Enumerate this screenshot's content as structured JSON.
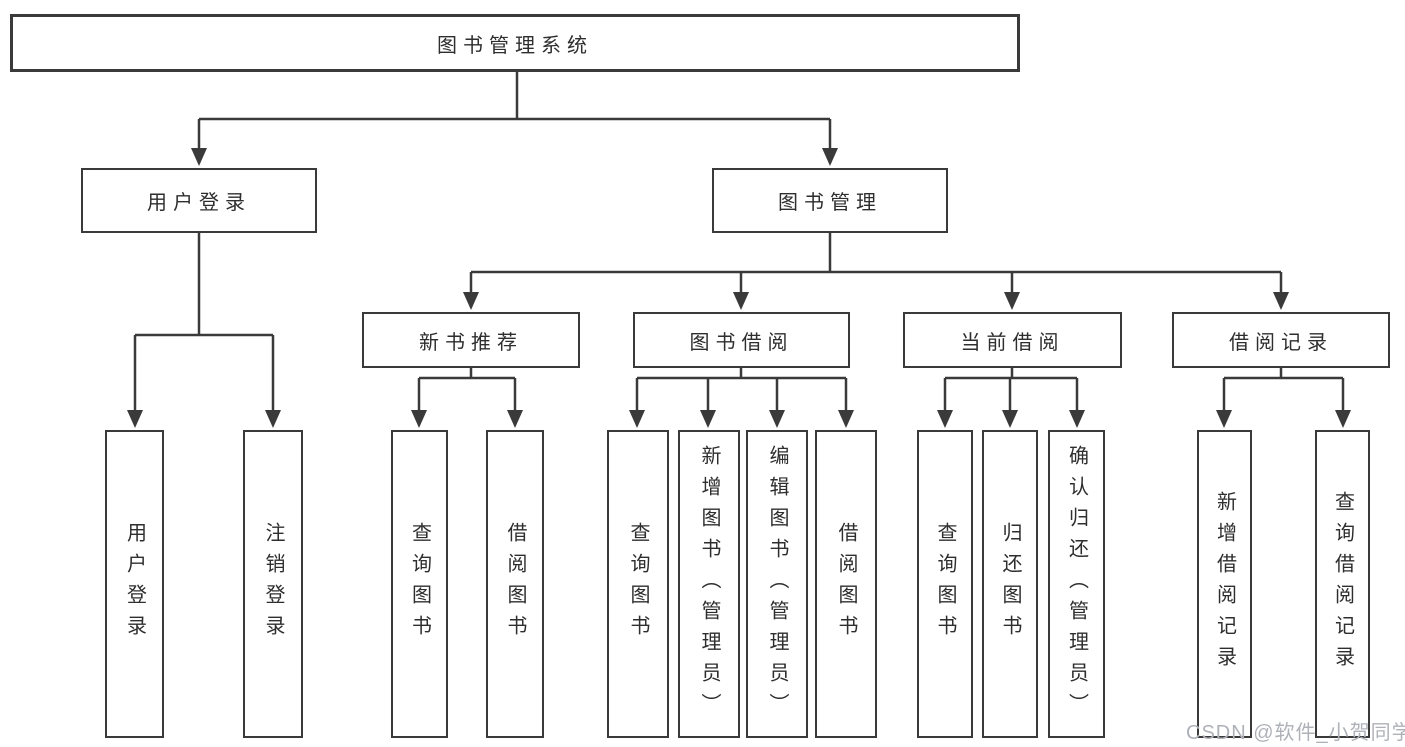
{
  "tree": {
    "root": "图书管理系统",
    "level2": [
      "用户登录",
      "图书管理"
    ],
    "level3": [
      "新书推荐",
      "图书借阅",
      "当前借阅",
      "借阅记录"
    ],
    "leaves": {
      "user_login": [
        "用户登录",
        "注销登录"
      ],
      "new_book_rec": [
        "查询图书",
        "借阅图书"
      ],
      "book_borrow": [
        "查询图书",
        "新增图书（管理员）",
        "编辑图书（管理员）",
        "借阅图书"
      ],
      "current_borrow": [
        "查询图书",
        "归还图书",
        "确认归还（管理员）"
      ],
      "borrow_records": [
        "新增借阅记录",
        "查询借阅记录"
      ]
    }
  },
  "watermark": "CSDN @软件_小贺同学",
  "colors": {
    "line": "#3a3a3a",
    "text": "#2e2e2e",
    "box_bg": "#ffffff",
    "watermark": "#aeb2b8"
  }
}
